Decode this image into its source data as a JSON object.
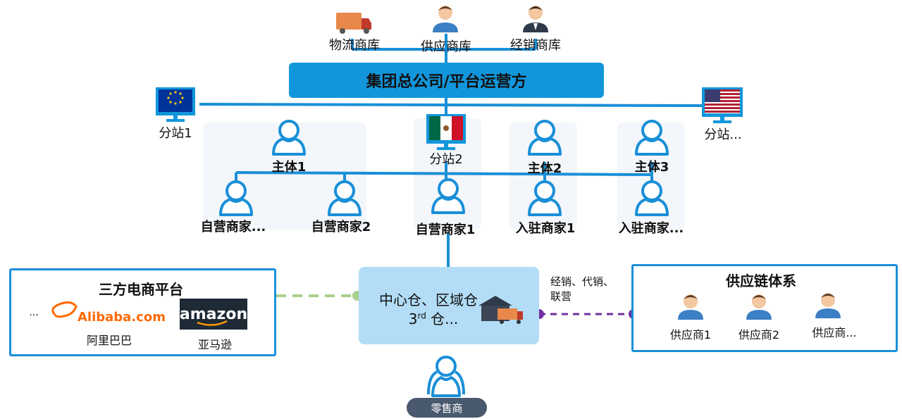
{
  "top": {
    "logistics": "物流商库",
    "supplier_store": "供应商库",
    "dealer_store": "经销商库"
  },
  "hq_label": "集团总公司/平台运营方",
  "stations": {
    "s1": "分站1",
    "s2": "分站2",
    "s3": "分站..."
  },
  "entities": {
    "e1": "主体1",
    "e2": "主体2",
    "e3": "主体3"
  },
  "merchants": {
    "m1": "自营商家...",
    "m2": "自营商家2",
    "m3": "自营商家1",
    "m4": "入驻商家1",
    "m5": "入驻商家..."
  },
  "warehouse": {
    "line1": "中心仓、区域仓",
    "line2_prefix": "3",
    "line2_sup": "rd",
    "line2_suffix": " 仓..."
  },
  "third_party": {
    "title": "三方电商平台",
    "ellipsis": "...",
    "alibaba_logo": "Alibaba.com",
    "alibaba_name": "阿里巴巴",
    "amazon_logo": "amazon",
    "amazon_name": "亚马逊"
  },
  "supply_chain": {
    "title": "供应链体系",
    "s1": "供应商1",
    "s2": "供应商2",
    "s3": "供应商..."
  },
  "relation_note": {
    "line1": "经销、代销、",
    "line2": "联营"
  },
  "retailer": "零售商",
  "colors": {
    "blue": "#1296db",
    "line_blue": "#1a8fd8",
    "warehouse": "#b3ddf6",
    "green_dash": "#a8d08d",
    "purple_dash": "#7030a0",
    "amazon_bg": "#1e2a36",
    "alibaba_orange": "#ff6a00"
  }
}
